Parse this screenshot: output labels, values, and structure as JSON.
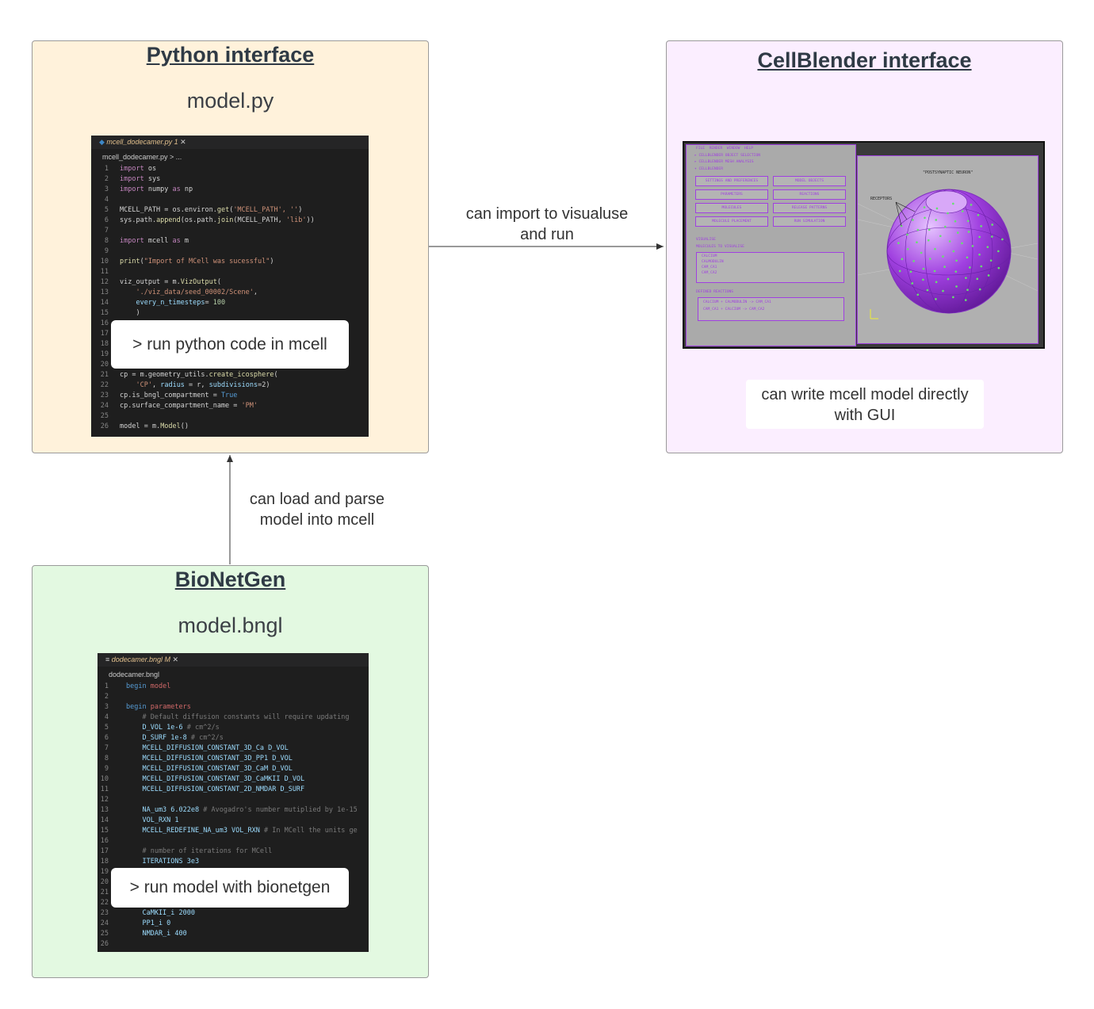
{
  "python_box": {
    "title": "Python interface",
    "file": "model.py",
    "tab": "mcell_dodecamer.py 1",
    "close": "✕",
    "breadcrumb": "mcell_dodecamer.py > ...",
    "callout": "> run python code in mcell",
    "lines": [
      {
        "n": "1",
        "t": [
          [
            "import ",
            "kw"
          ],
          [
            "os",
            ""
          ]
        ]
      },
      {
        "n": "2",
        "t": [
          [
            "import ",
            "kw"
          ],
          [
            "sys",
            ""
          ]
        ]
      },
      {
        "n": "3",
        "t": [
          [
            "import ",
            "kw"
          ],
          [
            "numpy ",
            ""
          ],
          [
            "as ",
            "kw"
          ],
          [
            "np",
            ""
          ]
        ]
      },
      {
        "n": "4",
        "t": []
      },
      {
        "n": "5",
        "t": [
          [
            "MCELL_PATH = os.environ.",
            ""
          ],
          [
            "get",
            "fn"
          ],
          [
            "(",
            ""
          ],
          [
            "'MCELL_PATH', ''",
            "str"
          ],
          [
            ")",
            ""
          ]
        ]
      },
      {
        "n": "6",
        "t": [
          [
            "sys.path.",
            ""
          ],
          [
            "append",
            "fn"
          ],
          [
            "(os.path.",
            ""
          ],
          [
            "join",
            "fn"
          ],
          [
            "(MCELL_PATH, ",
            ""
          ],
          [
            "'lib'",
            "str"
          ],
          [
            "))",
            ""
          ]
        ]
      },
      {
        "n": "7",
        "t": []
      },
      {
        "n": "8",
        "t": [
          [
            "import ",
            "kw"
          ],
          [
            "mcell ",
            ""
          ],
          [
            "as ",
            "kw"
          ],
          [
            "m",
            ""
          ]
        ]
      },
      {
        "n": "9",
        "t": []
      },
      {
        "n": "10",
        "t": [
          [
            "print",
            "fn"
          ],
          [
            "(",
            ""
          ],
          [
            "\"Import of MCell was sucessful\"",
            "str"
          ],
          [
            ")",
            ""
          ]
        ]
      },
      {
        "n": "11",
        "t": []
      },
      {
        "n": "12",
        "t": [
          [
            "viz_output = m.",
            ""
          ],
          [
            "VizOutput",
            "fn"
          ],
          [
            "(",
            ""
          ]
        ]
      },
      {
        "n": "13",
        "t": [
          [
            "    ",
            ""
          ],
          [
            "'./viz_data/seed_00002/Scene'",
            "str"
          ],
          [
            ",",
            ""
          ]
        ]
      },
      {
        "n": "14",
        "t": [
          [
            "    ",
            ""
          ],
          [
            "every_n_timesteps",
            "var"
          ],
          [
            "= ",
            ""
          ],
          [
            "100",
            "nm"
          ]
        ]
      },
      {
        "n": "15",
        "t": [
          [
            "    )",
            ""
          ]
        ]
      },
      {
        "n": "16",
        "t": []
      },
      {
        "n": "17",
        "t": []
      },
      {
        "n": "18",
        "t": []
      },
      {
        "n": "19",
        "t": []
      },
      {
        "n": "20",
        "t": []
      },
      {
        "n": "21",
        "t": [
          [
            "cp = m.geometry_utils.",
            ""
          ],
          [
            "create_icosphere",
            "fn"
          ],
          [
            "(",
            ""
          ]
        ]
      },
      {
        "n": "22",
        "t": [
          [
            "    ",
            ""
          ],
          [
            "'CP'",
            "str"
          ],
          [
            ", ",
            ""
          ],
          [
            "radius",
            "var"
          ],
          [
            " = r, ",
            ""
          ],
          [
            "subdivisions",
            "var"
          ],
          [
            "=2)",
            ""
          ]
        ]
      },
      {
        "n": "23",
        "t": [
          [
            "cp.is_bngl_compartment = ",
            ""
          ],
          [
            "True",
            "bl"
          ]
        ]
      },
      {
        "n": "24",
        "t": [
          [
            "cp.surface_compartment_name = ",
            ""
          ],
          [
            "'PM'",
            "str"
          ]
        ]
      },
      {
        "n": "25",
        "t": []
      },
      {
        "n": "26",
        "t": [
          [
            "model = m.",
            ""
          ],
          [
            "Model",
            "fn"
          ],
          [
            "()",
            ""
          ]
        ]
      }
    ]
  },
  "bng_box": {
    "title": "BioNetGen",
    "file": "model.bngl",
    "tab": "dodecamer.bngl M",
    "close": "✕",
    "breadcrumb": "dodecamer.bngl",
    "callout": "> run model with bionetgen",
    "lines": [
      {
        "n": "1",
        "t": [
          [
            "begin ",
            "bl"
          ],
          [
            "model",
            "red"
          ]
        ]
      },
      {
        "n": "2",
        "t": []
      },
      {
        "n": "3",
        "t": [
          [
            "begin ",
            "bl"
          ],
          [
            "parameters",
            "red"
          ]
        ]
      },
      {
        "n": "4",
        "t": [
          [
            "    # Default diffusion constants will require updating",
            "cmg"
          ]
        ]
      },
      {
        "n": "5",
        "t": [
          [
            "    D_VOL 1e-6 ",
            "var"
          ],
          [
            "# cm^2/s",
            "cmg"
          ]
        ]
      },
      {
        "n": "6",
        "t": [
          [
            "    D_SURF 1e-8 ",
            "var"
          ],
          [
            "# cm^2/s",
            "cmg"
          ]
        ]
      },
      {
        "n": "7",
        "t": [
          [
            "    MCELL_DIFFUSION_CONSTANT_3D_Ca D_VOL",
            "var"
          ]
        ]
      },
      {
        "n": "8",
        "t": [
          [
            "    MCELL_DIFFUSION_CONSTANT_3D_PP1 D_VOL",
            "var"
          ]
        ]
      },
      {
        "n": "9",
        "t": [
          [
            "    MCELL_DIFFUSION_CONSTANT_3D_CaM D_VOL",
            "var"
          ]
        ]
      },
      {
        "n": "10",
        "t": [
          [
            "    MCELL_DIFFUSION_CONSTANT_3D_CaMKII D_VOL",
            "var"
          ]
        ]
      },
      {
        "n": "11",
        "t": [
          [
            "    MCELL_DIFFUSION_CONSTANT_2D_NMDAR D_SURF",
            "var"
          ]
        ]
      },
      {
        "n": "12",
        "t": []
      },
      {
        "n": "13",
        "t": [
          [
            "    NA_um3 6.022e8 ",
            "var"
          ],
          [
            "# Avogadro's number mutiplied by 1e-15",
            "cmg"
          ]
        ]
      },
      {
        "n": "14",
        "t": [
          [
            "    VOL_RXN 1",
            "var"
          ]
        ]
      },
      {
        "n": "15",
        "t": [
          [
            "    MCELL_REDEFINE_NA_um3 VOL_RXN ",
            "var"
          ],
          [
            "# In MCell the units ge",
            "cmg"
          ]
        ]
      },
      {
        "n": "16",
        "t": []
      },
      {
        "n": "17",
        "t": [
          [
            "    # number of iterations for MCell",
            "cmg"
          ]
        ]
      },
      {
        "n": "18",
        "t": [
          [
            "    ITERATIONS 3e3",
            "var"
          ]
        ]
      },
      {
        "n": "19",
        "t": []
      },
      {
        "n": "20",
        "t": []
      },
      {
        "n": "21",
        "t": []
      },
      {
        "n": "22",
        "t": []
      },
      {
        "n": "23",
        "t": [
          [
            "    CaMKII_i 2000",
            "var"
          ]
        ]
      },
      {
        "n": "24",
        "t": [
          [
            "    PP1_i 0",
            "var"
          ]
        ]
      },
      {
        "n": "25",
        "t": [
          [
            "    NMDAR_i 400",
            "var"
          ]
        ]
      },
      {
        "n": "26",
        "t": []
      }
    ]
  },
  "cellblender_box": {
    "title": "CellBlender interface",
    "caption": "can write mcell model directly with GUI",
    "menu": [
      "FILE",
      "RENDER",
      "WINDOW",
      "HELP"
    ],
    "panels": [
      "▸ CELLBLENDER OBJECT SELECTION",
      "▸ CELLBLENDER MESH ANALYSIS",
      "▾ CELLBLENDER"
    ],
    "buttons": [
      "SETTINGS AND PREFERENCES",
      "MODEL OBJECTS",
      "PARAMETERS",
      "REACTIONS",
      "MOLECULES",
      "RELEASE PATTERNS",
      "MOLECULE PLACEMENT",
      "RUN SIMULATION"
    ],
    "visualise": "VISUALISE",
    "mol_header": "MOLECULES TO VISUALISE",
    "molecules": [
      "CALCIUM",
      "CALMODULIN",
      "CAM_CA1",
      "CAM_CA2"
    ],
    "rxn_header": "DEFINED REACTIONS",
    "reactions": [
      "CALCIUM + CALMODULIN -> CAM_CA1",
      "CAM_CA1 + CALCIUM -> CAM_CA2"
    ],
    "neuron_label": "\"POSTSYNAPTIC NEURON\"",
    "receptor_label": "RECEPTORS"
  },
  "edges": {
    "python_to_cellblender": "can import to visualuse and run",
    "bng_to_python": "can load and parse model into mcell"
  },
  "colors": {
    "python_bg": "#fff2db",
    "cellblender_bg": "#fbeeff",
    "bng_bg": "#e3f9e1",
    "accent": "#a040e0"
  }
}
